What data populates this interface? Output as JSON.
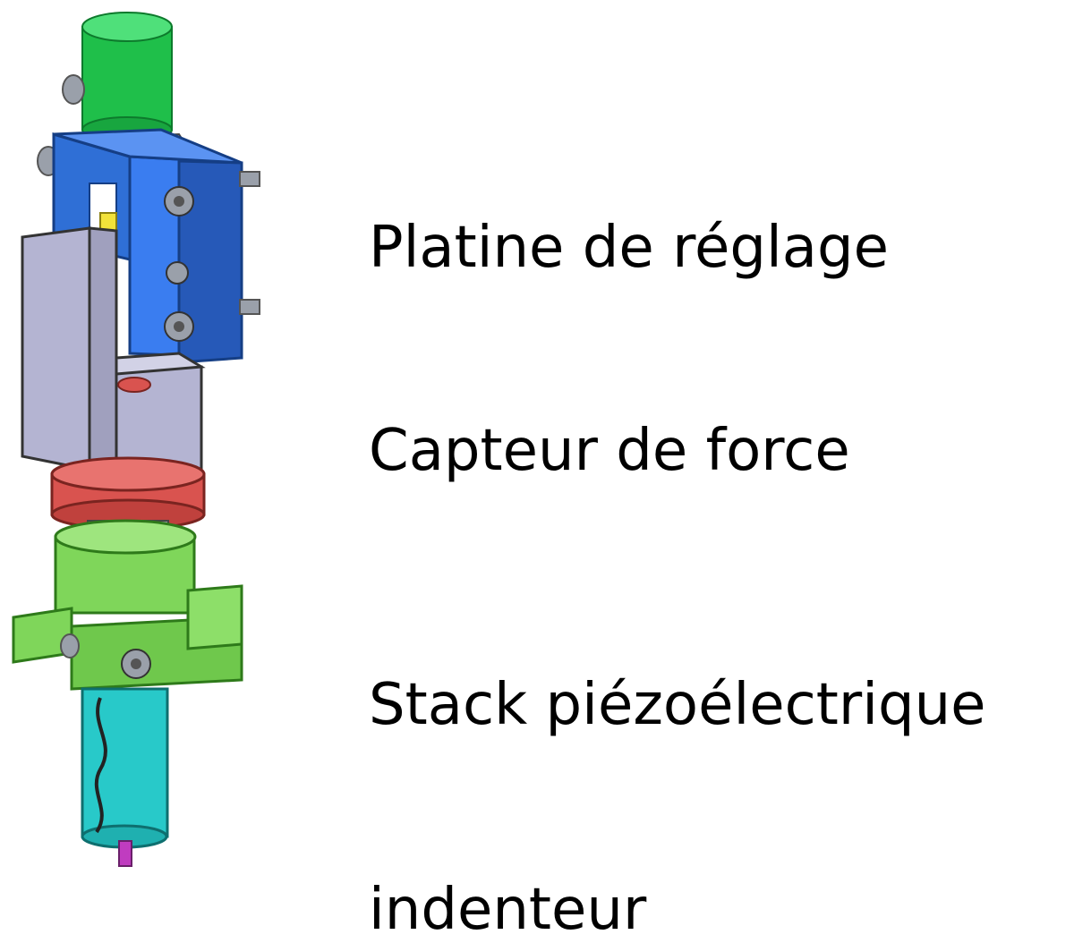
{
  "labels": {
    "platine": "Platine de réglage",
    "capteur": "Capteur de force",
    "stack": "Stack piézoélectrique",
    "indenteur": "indenteur"
  },
  "colors": {
    "adjustment_stage": "#2f6fd6",
    "top_cap": "#1fbf4a",
    "bracket": "#b4b4d2",
    "force_sensor": "#d9534f",
    "clamp": "#7fd65a",
    "piezo_stack": "#28c9c9",
    "indenter_tip": "#c03cc0",
    "bolt": "#9aa0aa"
  }
}
